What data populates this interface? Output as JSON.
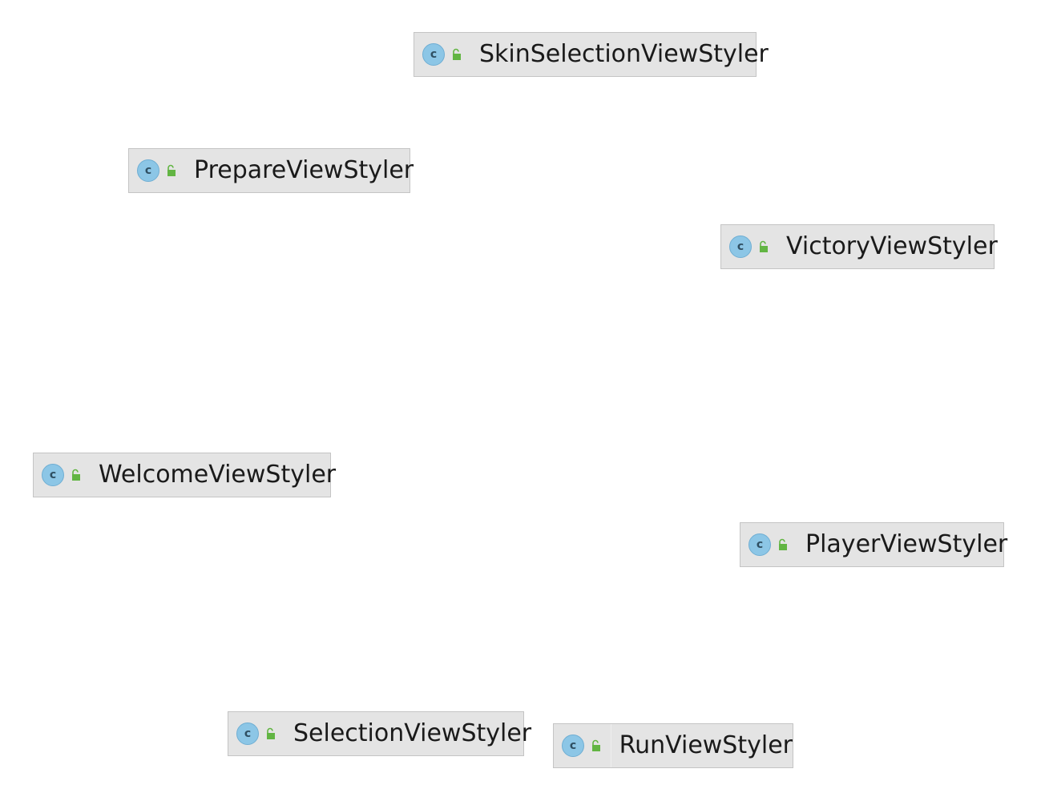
{
  "diagram": {
    "class_marker": "c",
    "class_icon": "class-icon",
    "visibility_icon": "public-lock-icon",
    "colors": {
      "node_background": "#e4e4e4",
      "node_border": "#c4c4c4",
      "class_icon": "#8cc6e6",
      "visibility_icon": "#62b543"
    },
    "classes": [
      {
        "name": "SkinSelectionViewStyler"
      },
      {
        "name": "PrepareViewStyler"
      },
      {
        "name": "VictoryViewStyler"
      },
      {
        "name": "WelcomeViewStyler"
      },
      {
        "name": "PlayerViewStyler"
      },
      {
        "name": "SelectionViewStyler"
      },
      {
        "name": "RunViewStyler"
      }
    ]
  }
}
